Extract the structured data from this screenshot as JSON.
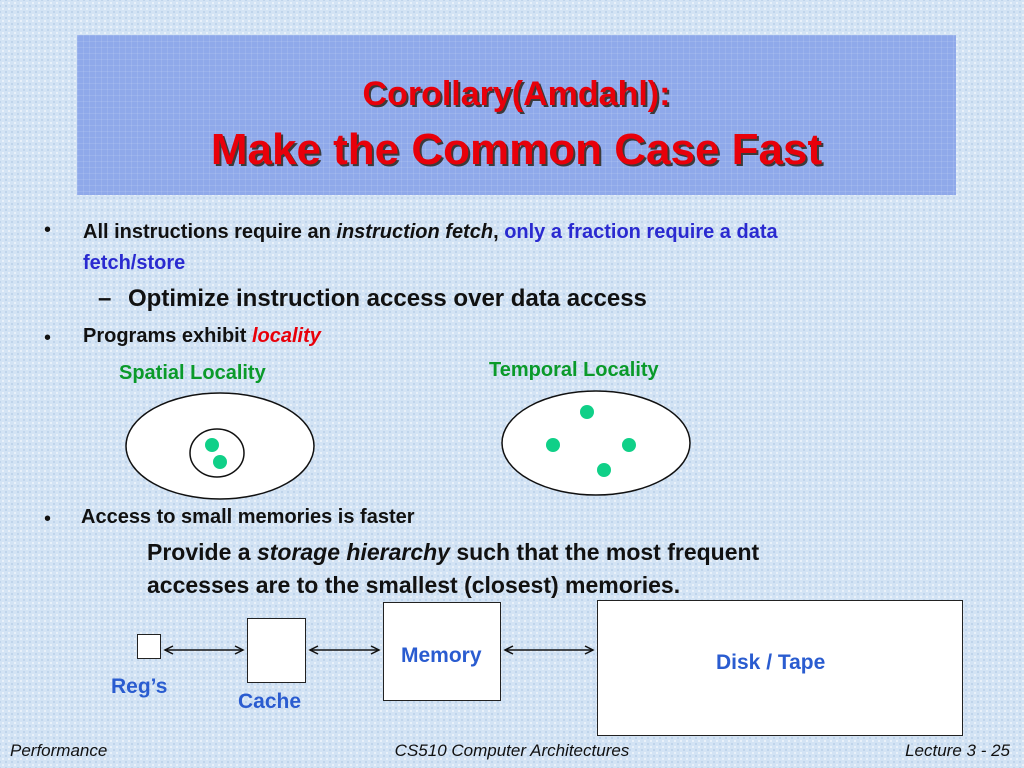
{
  "title": {
    "line1": "Corollary(Amdahl):",
    "line2": "Make the Common Case Fast"
  },
  "bullets": {
    "b1": {
      "part1": "All instructions require an ",
      "part2": "instruction fetch",
      "part3": ", ",
      "part4": "only a fraction require a data",
      "line2": "fetch/store"
    },
    "sub1": {
      "dash": "–",
      "text": "Optimize instruction access over data access"
    },
    "b2": {
      "part1": "Programs exhibit ",
      "part2": "locality"
    },
    "b3": {
      "text": "Access to small memories is faster"
    },
    "para": {
      "part1": "Provide a ",
      "part2": "storage hierarchy",
      "part3": " such that the most frequent",
      "line2": "accesses are to the smallest (closest) memories."
    },
    "bullet_char": "•"
  },
  "locality": {
    "spatial_label": "Spatial Locality",
    "temporal_label": "Temporal Locality"
  },
  "hierarchy": {
    "regs": "Reg’s",
    "cache": "Cache",
    "memory": "Memory",
    "disk": "Disk / Tape"
  },
  "footer": {
    "left": "Performance",
    "center": "CS510 Computer Architectures",
    "right": "Lecture 3 - 25"
  },
  "colors": {
    "title_red": "#e8000a",
    "blue_text": "#2a2ad0",
    "green_label": "#0a9a2a",
    "dot_green": "#10d088",
    "memory_label": "#2a5cd0"
  }
}
